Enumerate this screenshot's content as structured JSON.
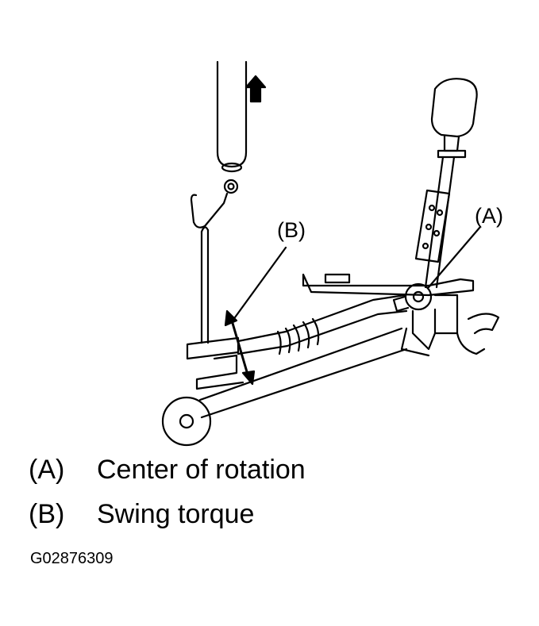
{
  "diagram": {
    "callouts": {
      "a": "(A)",
      "b": "(B)"
    },
    "legend": [
      {
        "key": "(A)",
        "text": "Center of rotation"
      },
      {
        "key": "(B)",
        "text": "Swing torque"
      }
    ],
    "figure_id": "G02876309",
    "colors": {
      "line": "#000000",
      "background": "#ffffff"
    }
  }
}
